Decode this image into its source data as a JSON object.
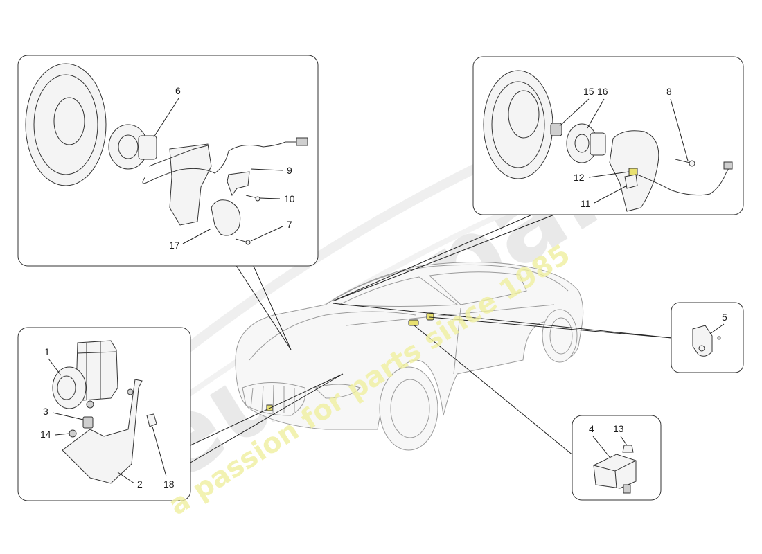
{
  "watermark": {
    "logo_text": "eurospares",
    "tagline": "a passion for parts since 1985"
  },
  "labels": {
    "p1": "1",
    "p2": "2",
    "p3": "3",
    "p4": "4",
    "p5": "5",
    "p6": "6",
    "p7": "7",
    "p8": "8",
    "p9": "9",
    "p10": "10",
    "p11": "11",
    "p12": "12",
    "p13": "13",
    "p14": "14",
    "p15": "15",
    "p16": "16",
    "p17": "17",
    "p18": "18"
  },
  "colors": {
    "line": "#222222",
    "watermark_gray": "#d8d8d8",
    "watermark_yellow": "#f0f0a0",
    "highlight": "#e8e070"
  }
}
